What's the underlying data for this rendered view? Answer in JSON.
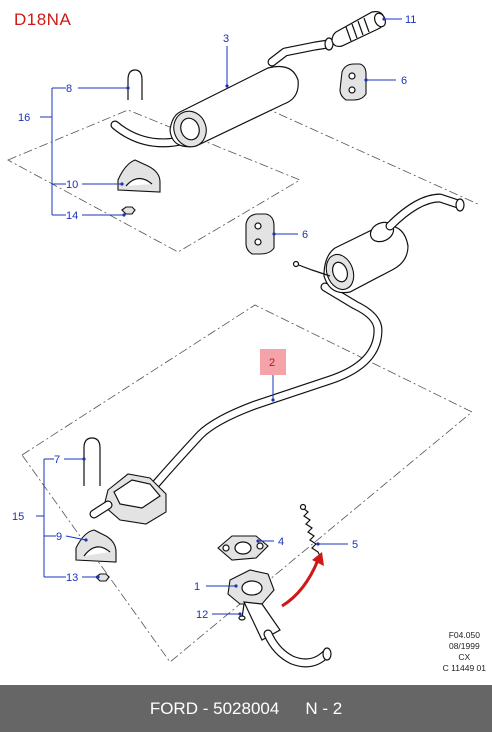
{
  "model_code": "D18NA",
  "callouts": {
    "c1": "1",
    "c2": "2",
    "c3": "3",
    "c4": "4",
    "c5": "5",
    "c6a": "6",
    "c6b": "6",
    "c7": "7",
    "c8": "8",
    "c9": "9",
    "c10": "10",
    "c11": "11",
    "c12": "12",
    "c13": "13",
    "c14": "14",
    "c15": "15",
    "c16": "16"
  },
  "reference": [
    "F04.050",
    "08/1999",
    "CX",
    "C 11449 01"
  ],
  "footer": {
    "brand": "FORD",
    "separator": "-",
    "part_number": "5028004",
    "page": "N - 2"
  },
  "colors": {
    "callout": "#1a33b8",
    "highlight": "#f4a3a9",
    "model_label": "#d01818",
    "footer_bg": "#666666"
  }
}
